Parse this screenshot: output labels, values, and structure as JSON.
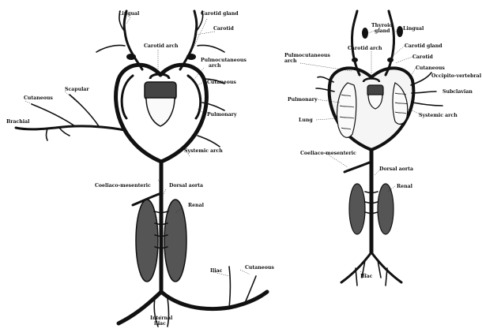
{
  "left": {
    "lingual": "Lingual",
    "carotid_gland": "Carotid gland",
    "carotid": "Carotid",
    "carotid_arch": "Carotid arch",
    "pulmocutaneous_1": "Pulmocutaneous",
    "pulmocutaneous_2": "arch",
    "cutaneous_right": "Cutaneous",
    "pulmonary": "Pulmonary",
    "scapular": "Scapular",
    "cutaneous_left": "Cutaneous",
    "brachial": "Brachial",
    "systemic_arch": "Systemic arch",
    "coeliaco_mesenteric": "Coeliaco-mesenteric",
    "dorsal_aorta": "Dorsal aorta",
    "renal": "Renal",
    "iliac": "Iliac",
    "cutaneous_lower": "Cutaneous",
    "internal_iliac_1": "Internal",
    "internal_iliac_2": "iliac"
  },
  "right": {
    "thyroid_gland_1": "Thyroid",
    "thyroid_gland_2": "gland",
    "lingual": "Lingual",
    "carotid_gland": "Carotid gland",
    "carotid": "Carotid",
    "pulmocutaneous_1": "Pulmocutaneous",
    "pulmocutaneous_2": "arch",
    "carotid_arch": "Carotid arch",
    "cutaneous": "Cutaneous",
    "occipito_vertebral": "Occipito-vertebral",
    "subclavian": "Subclavian",
    "pulmonary": "Pulmonary",
    "lung": "Lung",
    "systemic_arch": "Systemic arch",
    "coeliaco_mesenteric": "Coeliaco-mesenteric",
    "dorsal_aorta": "Dorsal aorta",
    "renal": "Renal",
    "iliac": "Iliac"
  }
}
